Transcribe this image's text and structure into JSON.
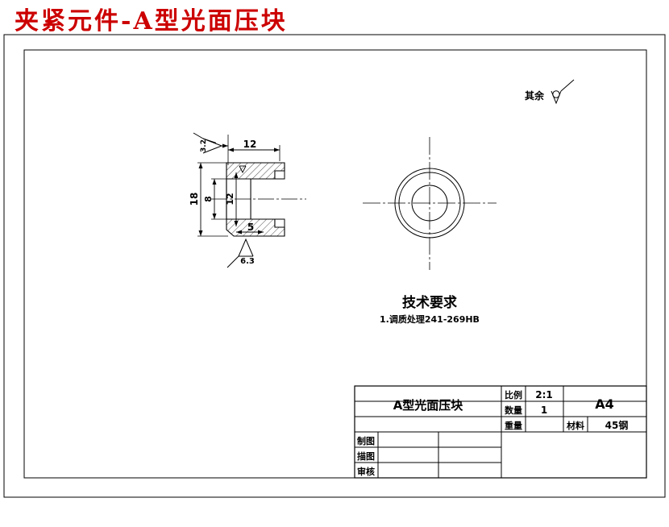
{
  "drawing": {
    "title": "夹紧元件-A型光面压块",
    "title_color": "#cc0000",
    "background": "#ffffff",
    "line_color": "#000000"
  },
  "notes": {
    "surface_general_label": "其余",
    "surface_general_symbol": "roughness-any-symbol",
    "tech_heading": "技术要求",
    "tech_line_1": "1.调质处理241-269HB"
  },
  "section_view": {
    "name": "section-view",
    "dim_width_top": "12",
    "dim_height_overall": "18",
    "dim_height_inner": "8",
    "dim_height_slot": "12",
    "dim_width_bottom": "5",
    "roughness_top": "3.2",
    "roughness_bottom": "6.3"
  },
  "circle_view": {
    "name": "circular-view",
    "description": "three concentric circles with centerlines"
  },
  "title_block": {
    "part_name": "A型光面压块",
    "scale_label": "比例",
    "scale_value": "2:1",
    "qty_label": "数量",
    "qty_value": "1",
    "sheet_size": "A4",
    "weight_label": "重量",
    "weight_value": "",
    "material_label": "材料",
    "material_value": "45钢",
    "role_draw": "制图",
    "role_trace": "描图",
    "role_check": "审核",
    "draw_name": "",
    "draw_date": "",
    "trace_name": "",
    "trace_date": "",
    "check_name": "",
    "check_date": ""
  }
}
